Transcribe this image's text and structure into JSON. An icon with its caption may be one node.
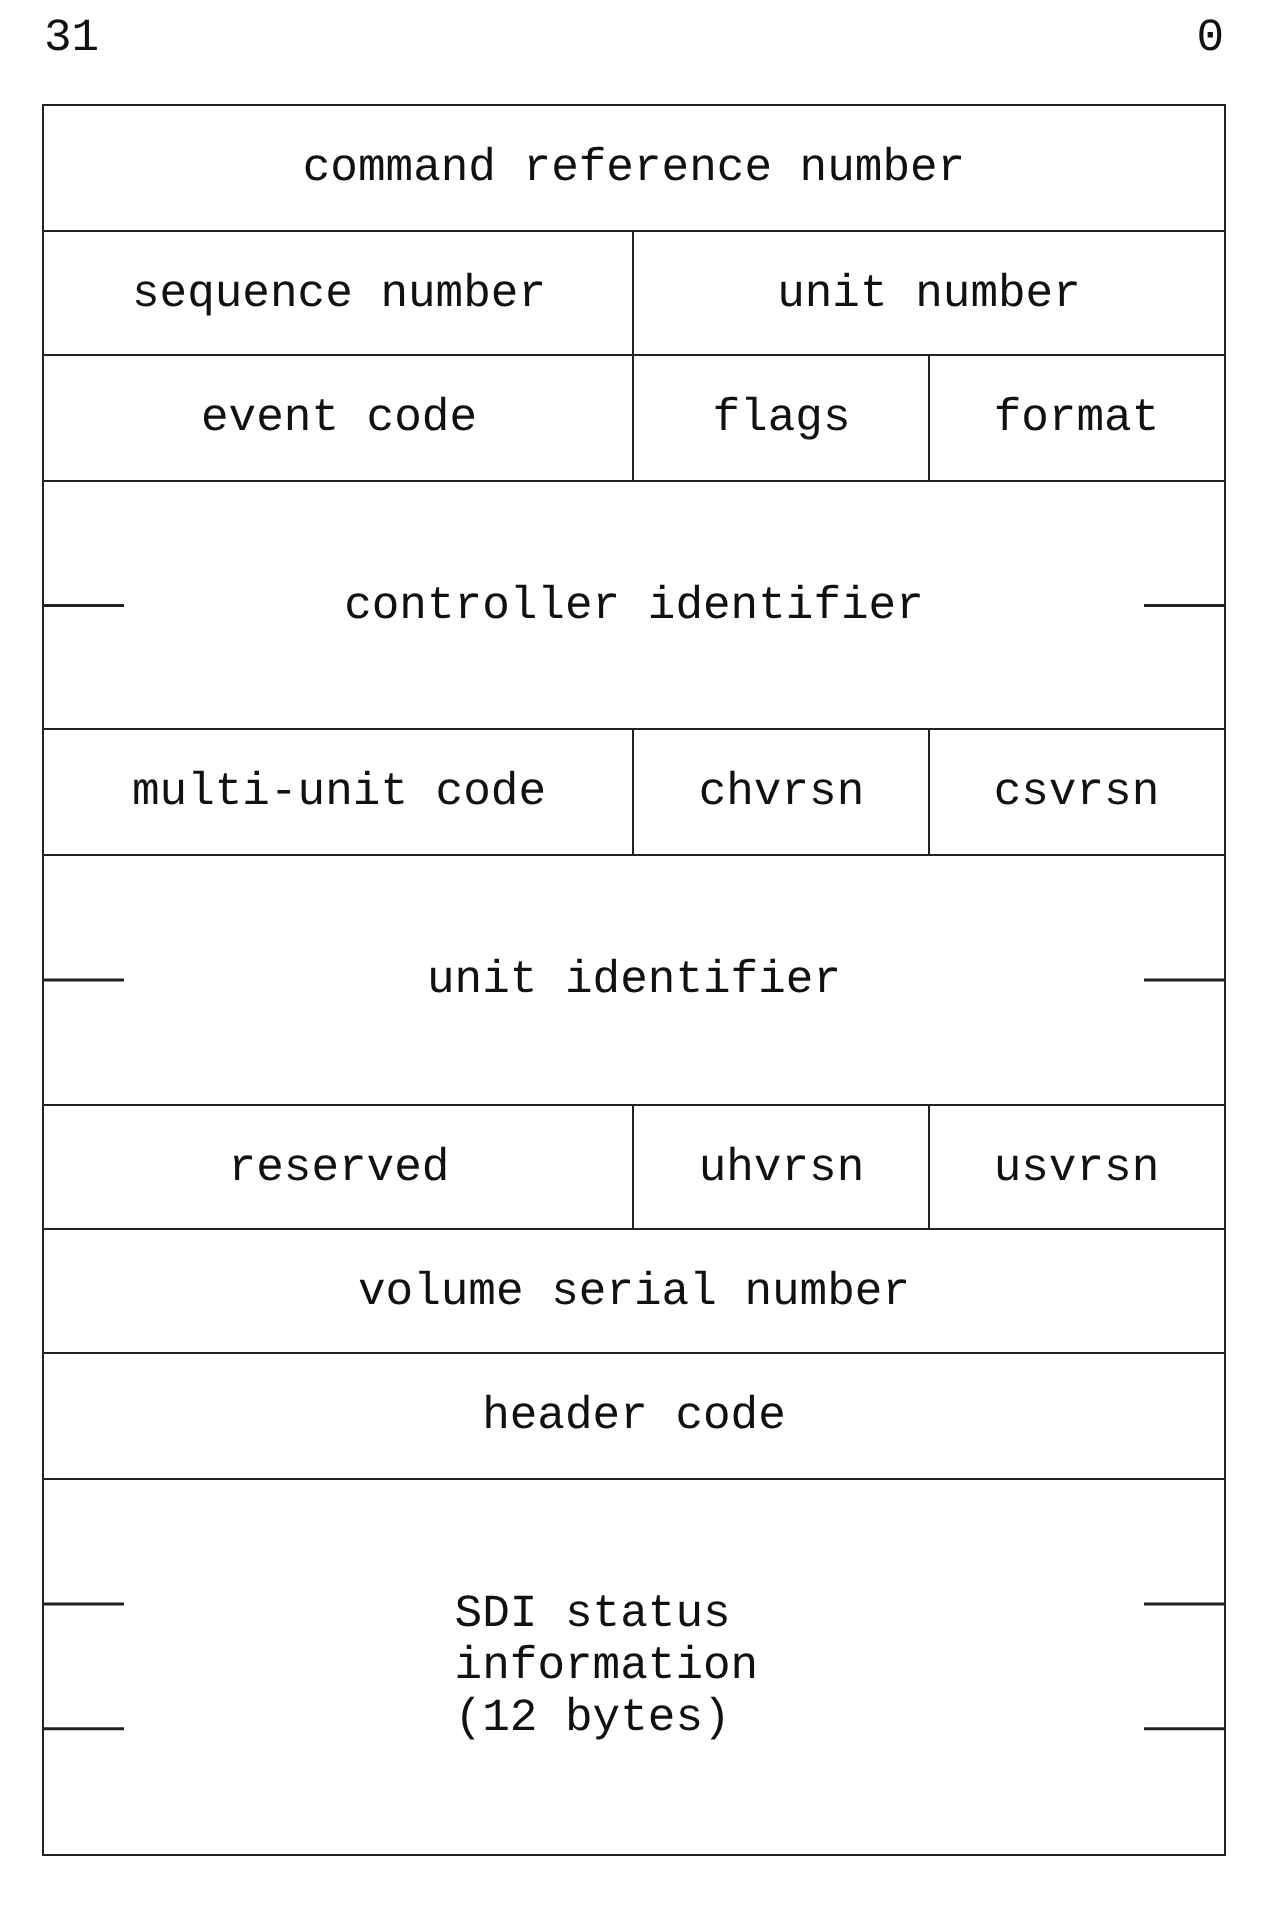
{
  "diagram": {
    "nodes": [
      {
        "text": [
          "command reference number"
        ]
      },
      {
        "text": [
          "sequence number"
        ]
      },
      {
        "text": [
          "unit number"
        ]
      },
      {
        "text": [
          "event code"
        ]
      },
      {
        "text": [
          "flags"
        ]
      },
      {
        "text": [
          "format"
        ]
      },
      {
        "text": [
          "controller identifier"
        ]
      },
      {
        "text": [
          "multi-unit code"
        ]
      },
      {
        "text": [
          "chvrsn"
        ]
      },
      {
        "text": [
          "csvrsn"
        ]
      },
      {
        "text": [
          "unit identifier"
        ]
      },
      {
        "text": [
          "reserved"
        ]
      },
      {
        "text": [
          "uhvrsn"
        ]
      },
      {
        "text": [
          "usvrsn"
        ]
      },
      {
        "text": [
          "volume serial number"
        ]
      },
      {
        "text": [
          "header code"
        ]
      },
      {
        "text": [
          "SDI status information (12 bytes)"
        ]
      }
    ],
    "labels": [
      "31",
      "0"
    ]
  }
}
